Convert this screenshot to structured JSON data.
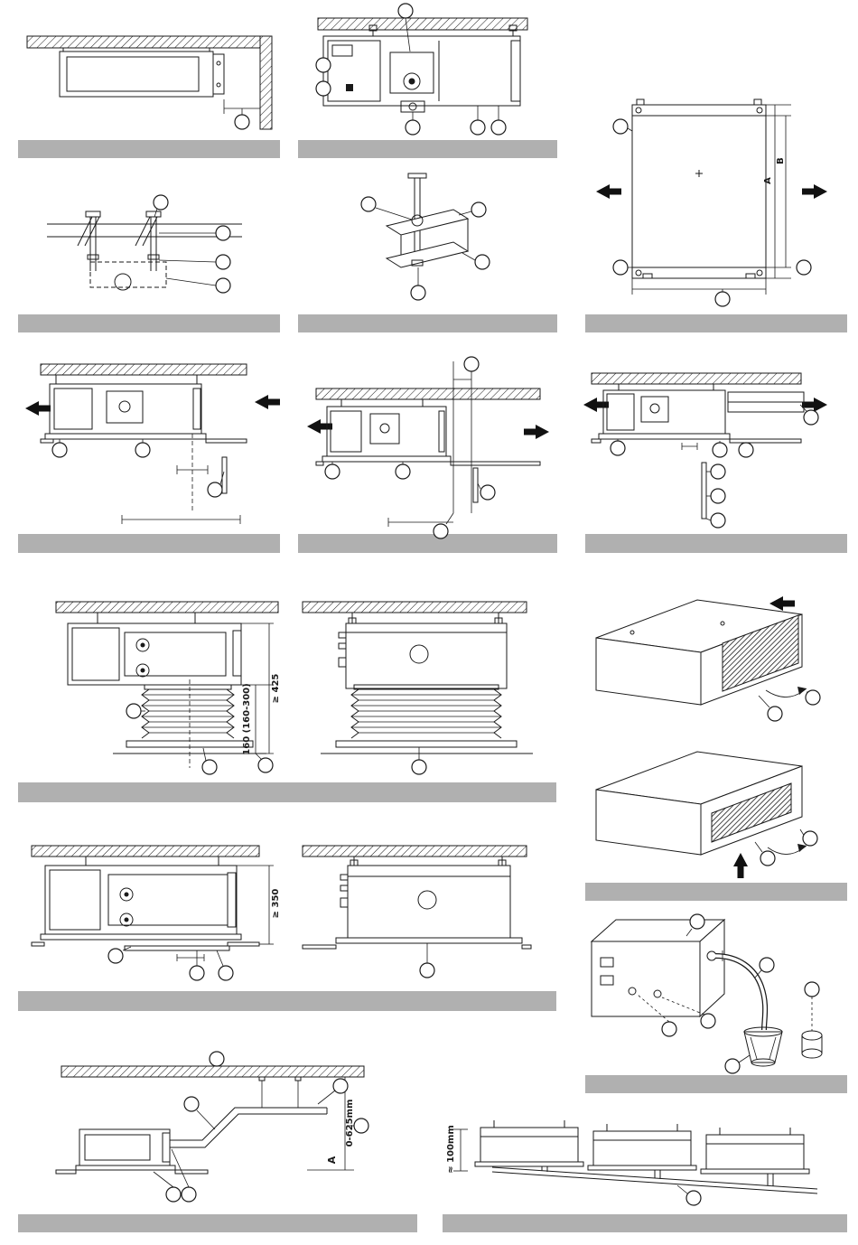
{
  "page": {
    "background": "#ffffff",
    "line_color": "#1a1a1a",
    "caption_bar_color": "#b0b0b0"
  },
  "labels": {
    "dim_min_425": "≥ 425",
    "dim_160_range": "160 (160-300)",
    "dim_min_350": "≥ 350",
    "dim_0_625mm": "0-625mm",
    "dim_letter_a_drain": "A",
    "dim_approx_100mm": "≈ 100mm",
    "dim_letter_a": "A",
    "dim_letter_b": "B"
  }
}
